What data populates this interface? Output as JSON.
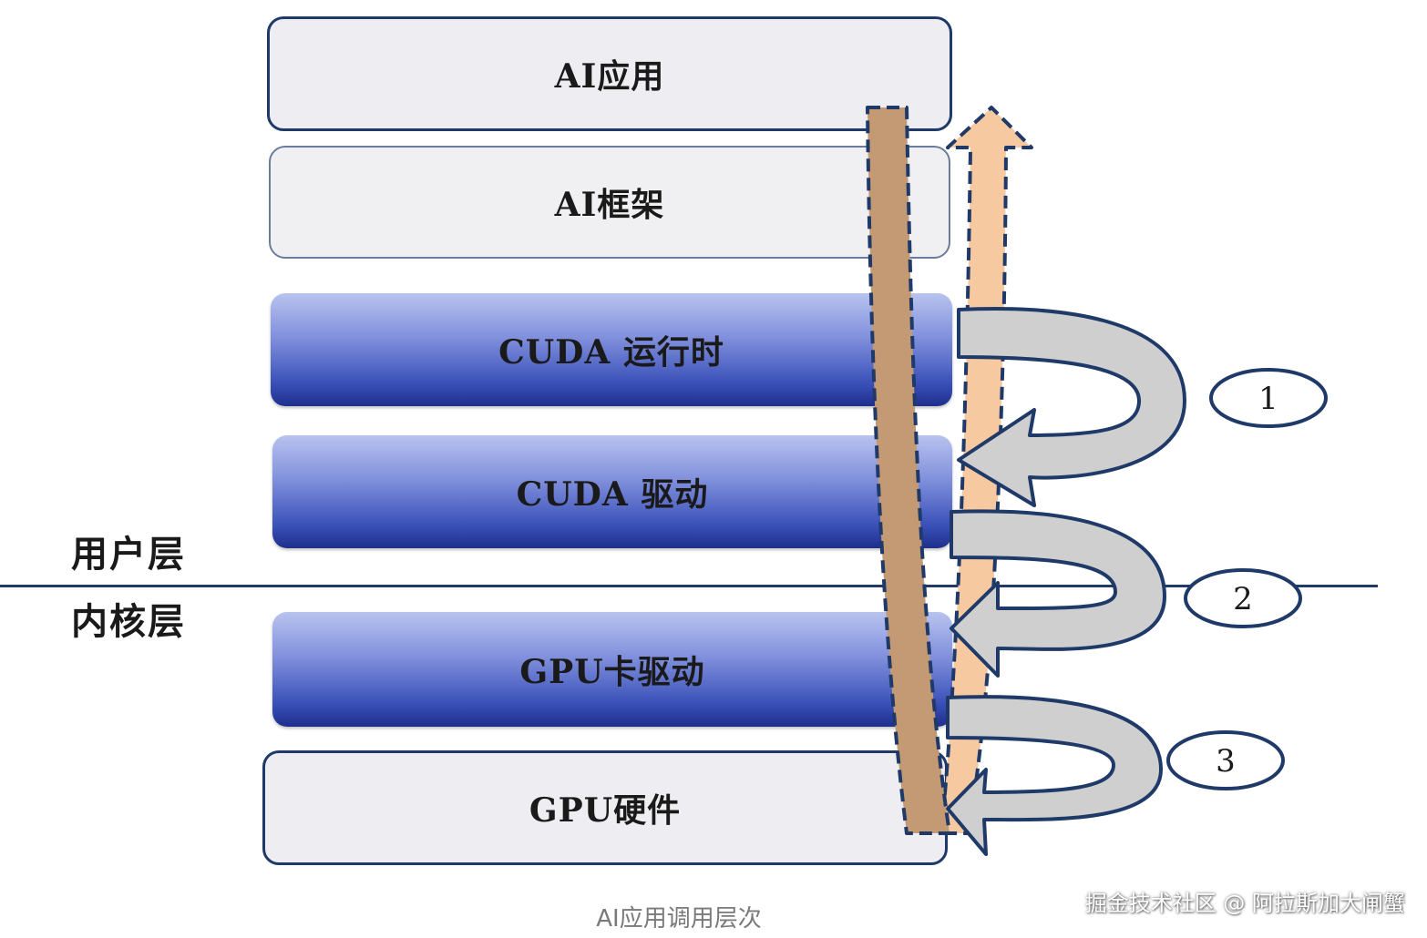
{
  "layers": {
    "ai_app": "AI应用",
    "ai_framework": "AI框架",
    "cuda_runtime": "CUDA 运行时",
    "cuda_driver": "CUDA 驱动",
    "gpu_driver": "GPU卡驱动",
    "gpu_hardware": "GPU硬件"
  },
  "boundary": {
    "user_space": "用户层",
    "kernel_space": "内核层"
  },
  "steps": [
    "1",
    "2",
    "3"
  ],
  "caption": "AI应用调用层次",
  "watermark": "掘金技术社区 @ 阿拉斯加大闸蟹",
  "colors": {
    "border": "#1f3a68",
    "blue_layer": "#3a50b8",
    "call_bar": "#c39a74",
    "return_arrow": "#f7c9a0",
    "curl_arrow": "#cfcfcf"
  }
}
